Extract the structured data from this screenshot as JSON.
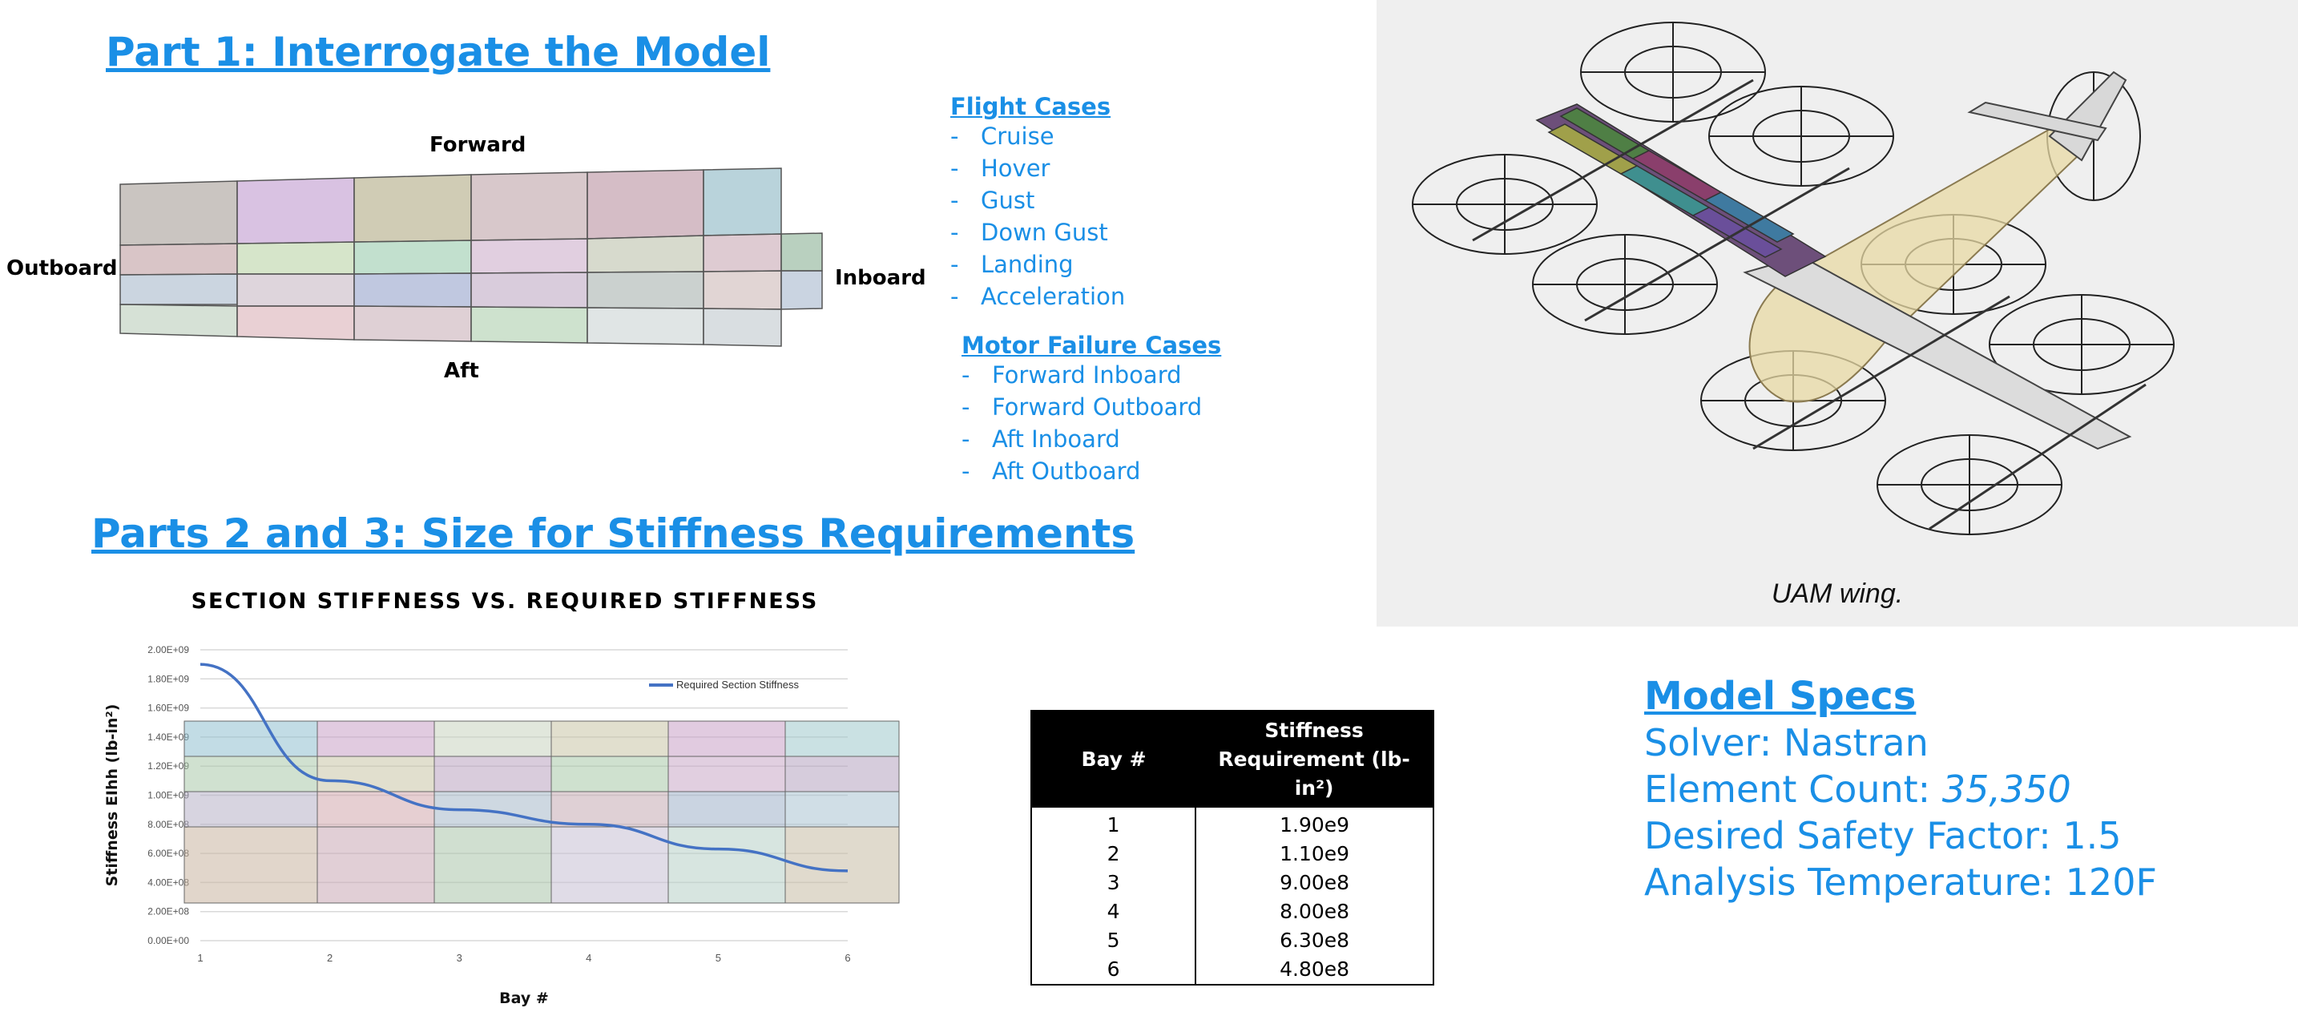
{
  "part1": {
    "title": "Part 1: Interrogate the Model",
    "labels": {
      "forward": "Forward",
      "aft": "Aft",
      "outboard": "Outboard",
      "inboard": "Inboard"
    }
  },
  "flight_cases": {
    "heading": "Flight Cases",
    "items": [
      "Cruise",
      "Hover",
      "Gust",
      "Down Gust",
      "Landing",
      "Acceleration"
    ]
  },
  "motor_failure_cases": {
    "heading": "Motor Failure Cases",
    "items": [
      "Forward Inboard",
      "Forward Outboard",
      "Aft Inboard",
      "Aft Outboard"
    ]
  },
  "bullet": "-",
  "image_caption": "UAM wing.",
  "parts23": {
    "title": "Parts 2 and 3: Size for Stiffness Requirements"
  },
  "chart_data": {
    "type": "line",
    "title": "SECTION STIFFNESS VS. REQUIRED STIFFNESS",
    "xlabel": "Bay #",
    "ylabel": "Stiffness EIhh (lb-in²)",
    "x": [
      1,
      2,
      3,
      4,
      5,
      6
    ],
    "series": [
      {
        "name": "Required Section Stiffness",
        "values": [
          1900000000,
          1100000000,
          900000000,
          800000000,
          630000000,
          480000000
        ],
        "color": "#4472c4"
      }
    ],
    "ylim": [
      0,
      2000000000
    ],
    "yticks": [
      "0.00E+00",
      "2.00E+08",
      "4.00E+08",
      "6.00E+08",
      "8.00E+08",
      "1.00E+09",
      "1.20E+09",
      "1.40E+09",
      "1.60E+09",
      "1.80E+09",
      "2.00E+09"
    ],
    "xticks": [
      "1",
      "2",
      "3",
      "4",
      "5",
      "6"
    ],
    "grid": true,
    "legend_position": "top-right"
  },
  "req_table": {
    "headers": [
      "Bay #",
      "Stiffness Requirement (lb-in²)"
    ],
    "rows": [
      [
        "1",
        "1.90e9"
      ],
      [
        "2",
        "1.10e9"
      ],
      [
        "3",
        "9.00e8"
      ],
      [
        "4",
        "8.00e8"
      ],
      [
        "5",
        "6.30e8"
      ],
      [
        "6",
        "4.80e8"
      ]
    ]
  },
  "model_specs": {
    "heading": "Model Specs",
    "solver_label": "Solver: ",
    "solver": "Nastran",
    "element_count_label": "Element Count: ",
    "element_count": "35,350",
    "safety_factor_label": "Desired Safety Factor: ",
    "safety_factor": "1.5",
    "temperature_label": "Analysis Temperature: ",
    "temperature": "120F"
  },
  "colors": {
    "accent": "#1a8fe6",
    "panel_colors": [
      "#bdb6b0",
      "#d5b6dc",
      "#c9c4a6",
      "#d9c2c6",
      "#cdb2bc",
      "#a9cbd5",
      "#cfb7bc",
      "#c8dcc2",
      "#b8cfd8",
      "#a7c2a8",
      "#b7c6d6"
    ]
  }
}
